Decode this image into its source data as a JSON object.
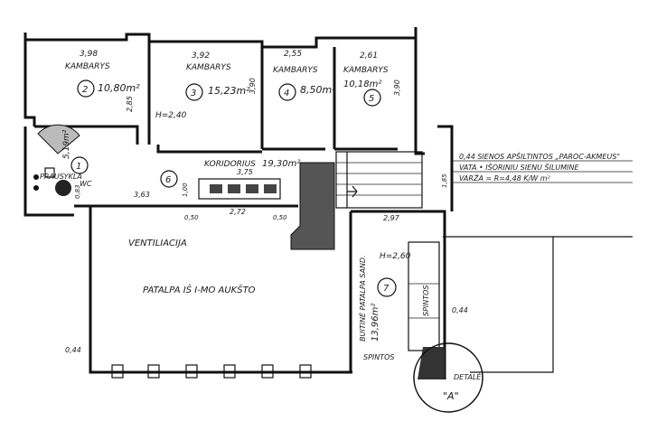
{
  "rooms": [
    {
      "id": "r2",
      "number": "2",
      "name": "KAMBARYS",
      "area": "10,80m²",
      "width": "3,98",
      "depth": "2,85"
    },
    {
      "id": "r3",
      "number": "3",
      "name": "KAMBARYS",
      "area": "15,23m²",
      "width": "3,92",
      "depth": "3,90"
    },
    {
      "id": "r4",
      "number": "4",
      "name": "KAMBARYS",
      "area": "8,50m²",
      "width": "2,55"
    },
    {
      "id": "r5",
      "number": "5",
      "name": "KAMBARYS",
      "area": "10,18m²",
      "width": "2,61",
      "depth": "3,90"
    },
    {
      "id": "r1",
      "number": "1",
      "name": "PRAUSYKLA",
      "area": "5,19m²",
      "wc": "WC"
    },
    {
      "id": "r6",
      "number": "6",
      "name": "KORIDORIUS",
      "area": "19,30m²",
      "width": "3,75"
    },
    {
      "id": "r7",
      "number": "7",
      "name": "BUITINĖ PATALPA SAND.",
      "area": "13,96m²",
      "height": "H=2,60"
    }
  ],
  "labels": {
    "ceiling_height": "H=2,40",
    "ventilation": "VENTILIACIJA",
    "lower_room": "PATALPA IŠ I-MO AUKŠTO",
    "wardrobes_bottom": "SPINTOS",
    "wardrobes_side": "SPINTOS",
    "detail": "DETALĖ",
    "detail_id": "\"A\"",
    "insulation_1": "0,44 SIENOS APŠILTINTOS „PAROC-AKMEUS\"",
    "insulation_2": "VATA • IŠORINIU SIENU ŠILUMINE",
    "insulation_3": "VARŽA = R=4,48 K/W m²"
  },
  "dimensions": {
    "corr_len": "3,63",
    "corr_w": "1,00",
    "bath_w": "0,83",
    "d050a": "0,50",
    "d272": "2,72",
    "d050b": "0,50",
    "d297": "2,97",
    "d185": "1,85",
    "d044a": "0,44",
    "d044b": "0,44"
  }
}
